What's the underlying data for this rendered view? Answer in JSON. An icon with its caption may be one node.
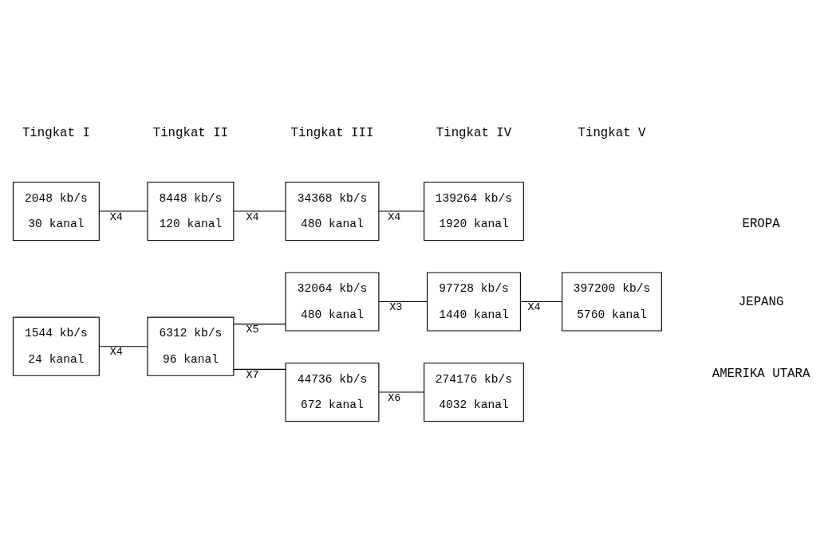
{
  "diagram": {
    "nodes": [
      {
        "text": [
          "2048 kb/s",
          "30 kanal"
        ]
      },
      {
        "text": [
          "8448 kb/s",
          "120 kanal"
        ]
      },
      {
        "text": [
          "34368 kb/s",
          "480 kanal"
        ]
      },
      {
        "text": [
          "139264 kb/s",
          "1920 kanal"
        ]
      },
      {
        "text": [
          "32064 kb/s",
          "480 kanal"
        ]
      },
      {
        "text": [
          "97728 kb/s",
          "1440 kanal"
        ]
      },
      {
        "text": [
          "397200 kb/s",
          "5760 kanal"
        ]
      },
      {
        "text": [
          "1544 kb/s",
          "24 kanal"
        ]
      },
      {
        "text": [
          "6312 kb/s",
          "96 kanal"
        ]
      },
      {
        "text": [
          "44736 kb/s",
          "672 kanal"
        ]
      },
      {
        "text": [
          "274176 kb/s",
          "4032 kanal"
        ]
      }
    ],
    "edges": [
      {
        "from": 0,
        "to": 1,
        "arrow": "none",
        "label": "X4"
      },
      {
        "from": 1,
        "to": 2,
        "arrow": "none",
        "label": "X4"
      },
      {
        "from": 2,
        "to": 3,
        "arrow": "none",
        "label": "X4"
      },
      {
        "from": 8,
        "to": 4,
        "arrow": "none",
        "label": "X5"
      },
      {
        "from": 4,
        "to": 5,
        "arrow": "none",
        "label": "X3"
      },
      {
        "from": 5,
        "to": 6,
        "arrow": "none",
        "label": "X4"
      },
      {
        "from": 7,
        "to": 8,
        "arrow": "none",
        "label": "X4"
      },
      {
        "from": 8,
        "to": 9,
        "arrow": "none",
        "label": "X7"
      },
      {
        "from": 9,
        "to": 10,
        "arrow": "none",
        "label": "X6"
      }
    ],
    "labels": [
      "Tingkat I",
      "Tingkat II",
      "Tingkat III",
      "Tingkat IV",
      "Tingkat V",
      "EROPA",
      "JEPANG",
      "AMERIKA UTARA"
    ]
  }
}
